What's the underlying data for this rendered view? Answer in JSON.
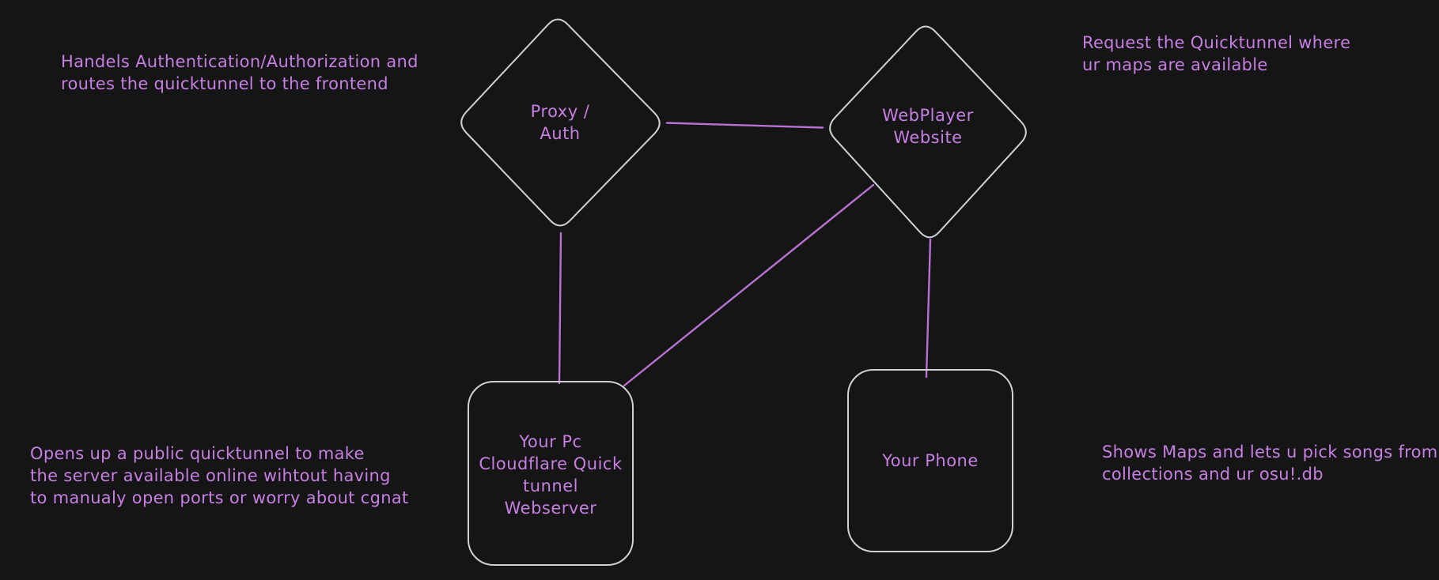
{
  "colors": {
    "background": "#151515",
    "shape_stroke": "#ced2d6",
    "text_purple": "#c77fe3",
    "connector_purple": "#b873d2"
  },
  "nodes": {
    "proxy_auth": {
      "shape": "diamond",
      "label": "Proxy /\nAuth"
    },
    "webplayer_website": {
      "shape": "diamond",
      "label": "WebPlayer\nWebsite"
    },
    "your_pc_webserver": {
      "shape": "rounded-rectangle",
      "label": "Your Pc\nCloudflare Quick\ntunnel\nWebserver"
    },
    "your_phone": {
      "shape": "rounded-rectangle",
      "label": "Your Phone"
    }
  },
  "edges": [
    {
      "from": "proxy_auth",
      "to": "webplayer_website"
    },
    {
      "from": "proxy_auth",
      "to": "your_pc_webserver"
    },
    {
      "from": "webplayer_website",
      "to": "your_pc_webserver"
    },
    {
      "from": "webplayer_website",
      "to": "your_phone"
    }
  ],
  "annotations": {
    "top_left": "Handels Authentication/Authorization and\nroutes the quicktunnel to the frontend",
    "top_right": "Request the Quicktunnel where\nur maps are available",
    "bottom_left": "Opens up a public quicktunnel to make\nthe server available online wihtout having\nto manualy open ports or worry about cgnat",
    "bottom_right": "Shows Maps and lets u pick songs from\ncollections and ur osu!.db"
  }
}
